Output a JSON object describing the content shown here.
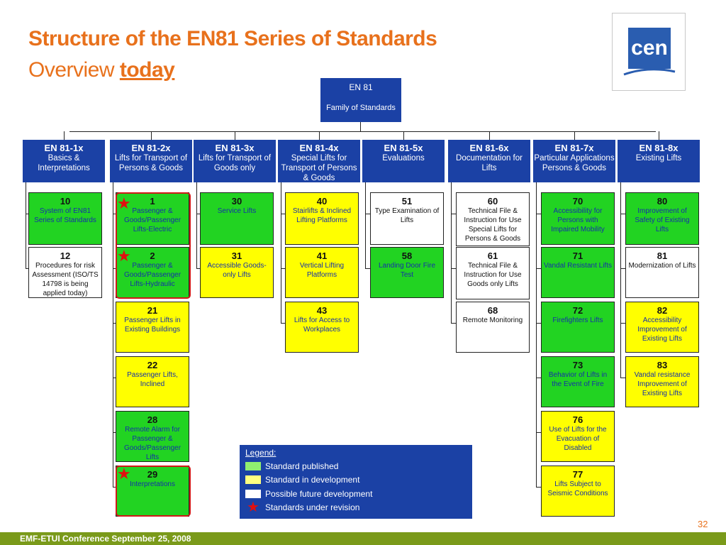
{
  "title": "Structure of the EN81 Series of Standards",
  "subtitle_plain": "Overview ",
  "subtitle_bold": "today",
  "root": {
    "code": "EN 81",
    "name": "Family of Standards"
  },
  "columns": [
    {
      "code": "EN 81-1x",
      "name": "Basics & Interpretations"
    },
    {
      "code": "EN 81-2x",
      "name": "Lifts for Transport of Persons & Goods"
    },
    {
      "code": "EN 81-3x",
      "name": "Lifts for Transport of Goods only"
    },
    {
      "code": "EN 81-4x",
      "name": "Special Lifts for Transport of Persons & Goods"
    },
    {
      "code": "EN 81-5x",
      "name": "Evaluations"
    },
    {
      "code": "EN 81-6x",
      "name": "Documentation for Lifts"
    },
    {
      "code": "EN 81-7x",
      "name": "Particular Applications Persons & Goods"
    },
    {
      "code": "EN 81-8x",
      "name": "Existing Lifts"
    }
  ],
  "standards": [
    {
      "num": "10",
      "text": "System of EN81 Series of Standards",
      "status": "published"
    },
    {
      "num": "12",
      "text": "Procedures for risk Assessment (ISO/TS 14798 is being applied today)",
      "status": "future"
    },
    {
      "num": "1",
      "text": "Passenger & Goods/Passenger Lifts-Electric",
      "status": "published"
    },
    {
      "num": "2",
      "text": "Passenger & Goods/Passenger Lifts-Hydraulic",
      "status": "published"
    },
    {
      "num": "21",
      "text": "Passenger Lifts in Existing Buildings",
      "status": "development"
    },
    {
      "num": "22",
      "text": "Passenger Lifts, Inclined",
      "status": "development"
    },
    {
      "num": "28",
      "text": "Remote Alarm for Passenger & Goods/Passenger Lifts",
      "status": "published"
    },
    {
      "num": "29",
      "text": "Interpretations",
      "status": "published"
    },
    {
      "num": "30",
      "text": "Service Lifts",
      "status": "published"
    },
    {
      "num": "31",
      "text": "Accessible Goods-only Lifts",
      "status": "development"
    },
    {
      "num": "40",
      "text": "Stairlifts & Inclined Lifting Platforms",
      "status": "development"
    },
    {
      "num": "41",
      "text": "Vertical Lifting Platforms",
      "status": "development"
    },
    {
      "num": "43",
      "text": "Lifts for Access to Workplaces",
      "status": "development"
    },
    {
      "num": "51",
      "text": "Type Examination of Lifts",
      "status": "future"
    },
    {
      "num": "58",
      "text": "Landing Door Fire Test",
      "status": "published"
    },
    {
      "num": "60",
      "text": "Technical File & Instruction for Use Special Lifts for Persons & Goods",
      "status": "future"
    },
    {
      "num": "61",
      "text": "Technical File & Instruction for Use Goods only  Lifts",
      "status": "future"
    },
    {
      "num": "68",
      "text": "Remote Monitoring",
      "status": "future"
    },
    {
      "num": "70",
      "text": "Accessibility for Persons with Impaired Mobility",
      "status": "published"
    },
    {
      "num": "71",
      "text": "Vandal Resistant Lifts",
      "status": "published"
    },
    {
      "num": "72",
      "text": "Firefighters Lifts",
      "status": "published"
    },
    {
      "num": "73",
      "text": "Behavior of Lifts in the Event of Fire",
      "status": "published"
    },
    {
      "num": "76",
      "text": "Use of Lifts for the Evacuation of Disabled",
      "status": "development"
    },
    {
      "num": "77",
      "text": "Lifts Subject to Seismic Conditions",
      "status": "development"
    },
    {
      "num": "80",
      "text": "Improvement of Safety of Existing Lifts",
      "status": "published"
    },
    {
      "num": "81",
      "text": "Modernization of Lifts",
      "status": "future"
    },
    {
      "num": "82",
      "text": "Accessibility Improvement of Existing Lifts",
      "status": "development"
    },
    {
      "num": "83",
      "text": "Vandal resistance Improvement of Existing Lifts",
      "status": "development"
    }
  ],
  "legend": {
    "title": "Legend:",
    "items": [
      {
        "label": "Standard published",
        "color": "#90ee70"
      },
      {
        "label": "Standard in development",
        "color": "#ffff80"
      },
      {
        "label": "Possible future development",
        "color": "#ffffff"
      },
      {
        "label": "Standards under revision",
        "color": "#e01010"
      }
    ]
  },
  "colors": {
    "published": "#22d322",
    "development": "#ffff00",
    "future": "#ffffff",
    "accent": "#e8711c",
    "header_blue": "#1b41a5"
  },
  "footer": "EMF-ETUI Conference September 25, 2008",
  "page_number": "32"
}
